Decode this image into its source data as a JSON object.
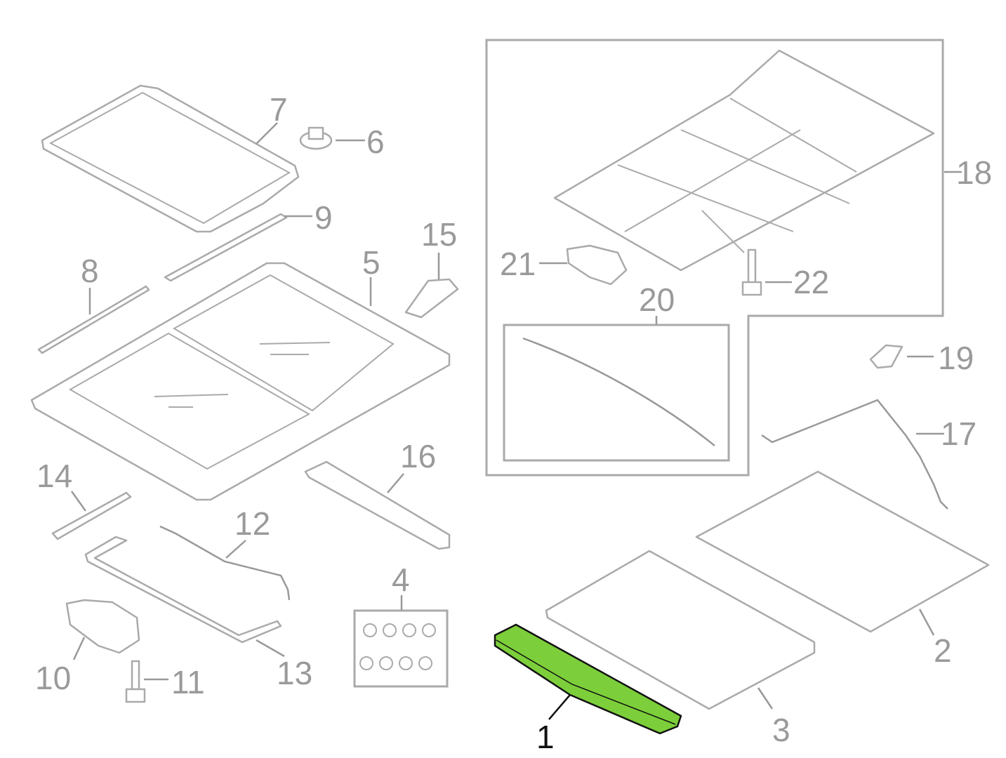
{
  "diagram": {
    "title": "Sunroof assembly parts diagram",
    "highlight_color": "#7ccf3a",
    "line_color": "#aaaaaa",
    "selected_part": "1",
    "callouts": [
      "1",
      "2",
      "3",
      "4",
      "5",
      "6",
      "7",
      "8",
      "9",
      "10",
      "11",
      "12",
      "13",
      "14",
      "15",
      "16",
      "17",
      "18",
      "19",
      "20",
      "21",
      "22"
    ]
  }
}
